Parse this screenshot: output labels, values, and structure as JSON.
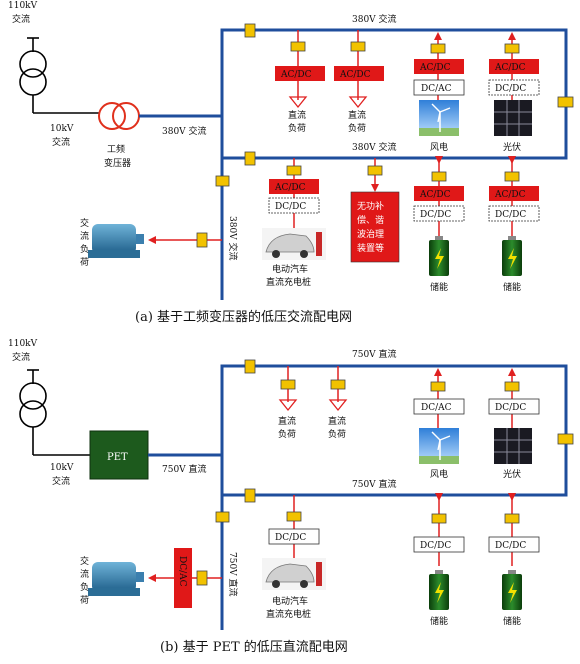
{
  "panel_a": {
    "src_kv": [
      "110kV",
      "交流"
    ],
    "lv_kv": [
      "10kV",
      "交流"
    ],
    "transformer_label": [
      "工频",
      "变压器"
    ],
    "feed_label": "380V 交流",
    "bus_top": "380V 交流",
    "bus_mid": "380V 交流",
    "bus_vertical": "380V 交流",
    "acdc": "AC/DC",
    "dcac": "DC/AC",
    "dcdc": "DC/DC",
    "dc_load": [
      "直流",
      "负荷"
    ],
    "wind": "风电",
    "pv": "光伏",
    "ev": [
      "电动汽车",
      "直流充电桩"
    ],
    "reactive": [
      "无功补",
      "偿、谐",
      "波治理",
      "装置等"
    ],
    "storage": "储能",
    "ac_load": [
      "交",
      "流",
      "负",
      "荷"
    ],
    "caption": "(a)  基于工频变压器的低压交流配电网"
  },
  "panel_b": {
    "src_kv": [
      "110kV",
      "交流"
    ],
    "lv_kv": [
      "10kV",
      "交流"
    ],
    "pet": "PET",
    "feed_label": "750V 直流",
    "bus_top": "750V 直流",
    "bus_mid": "750V 直流",
    "bus_vertical": "750V 直流",
    "dcac": "DC/AC",
    "dcdc": "DC/DC",
    "dc_load": [
      "直流",
      "负荷"
    ],
    "wind": "风电",
    "pv": "光伏",
    "ev": [
      "电动汽车",
      "直流充电桩"
    ],
    "storage": "储能",
    "ac_load": [
      "交",
      "流",
      "负",
      "荷"
    ],
    "caption": "(b)  基于 PET 的低压直流配电网"
  },
  "colors": {
    "bus": "#1f4e9c",
    "arrow": "#e02020",
    "converter": "#e01818",
    "breaker": "#f2c200",
    "pet": "#1d5a1d"
  }
}
